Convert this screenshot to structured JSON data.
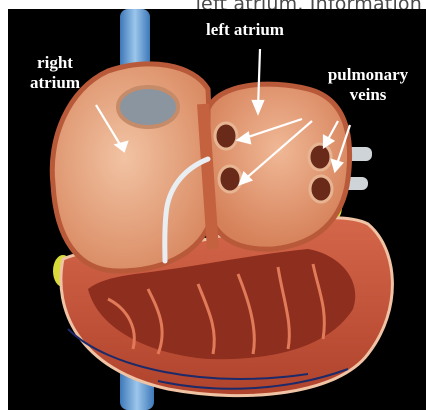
{
  "caption_fragment": "left atrium. Information",
  "labels": {
    "right_atrium_line1": "right",
    "right_atrium_line2": "atrium",
    "left_atrium": "left atrium",
    "pulmonary_veins_line1": "pulmonary",
    "pulmonary_veins_line2": "veins"
  },
  "colors": {
    "background": "#000000",
    "vessel_blue": "#6fa6d6",
    "muscle": "#cf5a3c",
    "chamber_wall": "#e7a37f",
    "yellow_fat": "#d7dc3a"
  }
}
